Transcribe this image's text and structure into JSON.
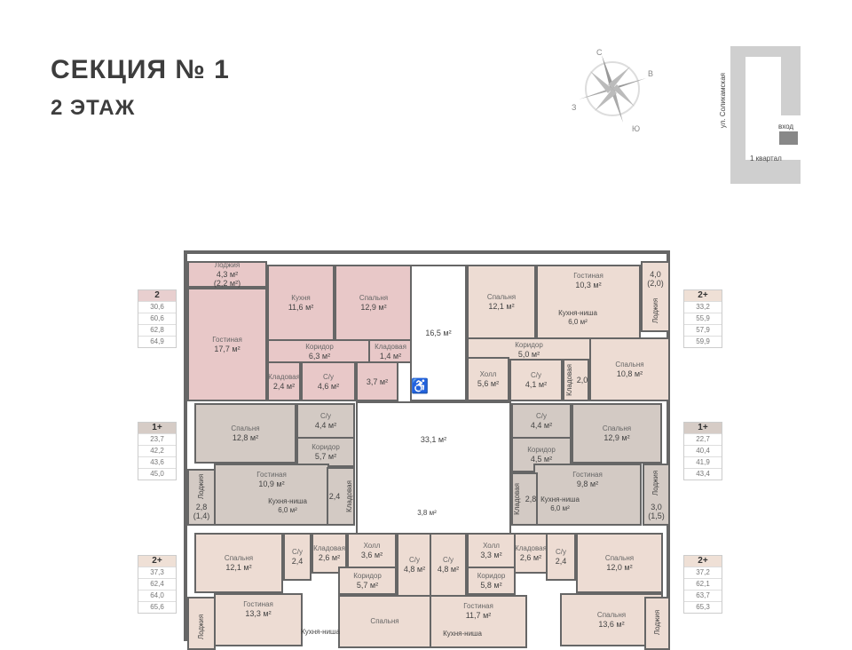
{
  "header": {
    "title": "СЕКЦИЯ № 1",
    "floor": "2 ЭТАЖ"
  },
  "compass": {
    "n": "С",
    "e": "В",
    "s": "Ю",
    "w": "З"
  },
  "keyplan": {
    "street": "ул. Соликамская",
    "entrance": "вход",
    "block": "1 квартал"
  },
  "colors": {
    "pink": "#e8c8c8",
    "beige": "#eddcd3",
    "grey": "#d3cac4"
  },
  "tables": [
    {
      "type": "2",
      "color": "#e8cfcf",
      "rows": [
        "30,6",
        "60,6",
        "62,8",
        "64,9"
      ]
    },
    {
      "type": "1+",
      "color": "#d6ccc6",
      "rows": [
        "23,7",
        "42,2",
        "43,6",
        "45,0"
      ]
    },
    {
      "type": "2+",
      "color": "#efe0d6",
      "rows": [
        "37,3",
        "62,4",
        "64,0",
        "65,6"
      ]
    },
    {
      "type": "2+",
      "color": "#efe0d6",
      "rows": [
        "33,2",
        "55,9",
        "57,9",
        "59,9"
      ]
    },
    {
      "type": "1+",
      "color": "#d6ccc6",
      "rows": [
        "22,7",
        "40,4",
        "41,9",
        "43,4"
      ]
    },
    {
      "type": "2+",
      "color": "#efe0d6",
      "rows": [
        "37,2",
        "62,1",
        "63,7",
        "65,3"
      ]
    }
  ],
  "rooms": [
    {
      "name": "Лоджия",
      "area": "4,3 м²",
      "extra": "(2,2 м²)",
      "fill": "pink"
    },
    {
      "name": "Гостиная",
      "area": "17,7 м²",
      "fill": "pink"
    },
    {
      "name": "Кухня",
      "area": "11,6 м²",
      "fill": "pink"
    },
    {
      "name": "Спальня",
      "area": "12,9 м²",
      "fill": "pink"
    },
    {
      "name": "Коридор",
      "area": "6,3 м²",
      "fill": "pink"
    },
    {
      "name": "Кладовая",
      "area": "1,4 м²",
      "fill": "pink"
    },
    {
      "name": "Кладовая",
      "area": "2,4 м²",
      "fill": "pink"
    },
    {
      "name": "С/у",
      "area": "4,6 м²",
      "fill": "pink"
    },
    {
      "name": "",
      "area": "3,7 м²",
      "fill": "pink"
    },
    {
      "name": "",
      "area": "16,5 м²",
      "fill": "white"
    },
    {
      "name": "Спальня",
      "area": "12,1 м²",
      "fill": "beige"
    },
    {
      "name": "Гостиная",
      "area": "10,3 м²",
      "fill": "beige"
    },
    {
      "name": "",
      "area": "4,0",
      "extra": "(2,0)",
      "fill": "beige"
    },
    {
      "name": "Коридор",
      "area": "5,0 м²",
      "fill": "beige"
    },
    {
      "name": "Холл",
      "area": "5,6 м²",
      "fill": "beige"
    },
    {
      "name": "С/у",
      "area": "4,1 м²",
      "fill": "beige"
    },
    {
      "name": "",
      "area": "2,0",
      "fill": "beige"
    },
    {
      "name": "Спальня",
      "area": "10,8 м²",
      "fill": "beige"
    },
    {
      "name": "",
      "area": "33,1 м²",
      "fill": "white"
    },
    {
      "name": "Спальня",
      "area": "12,8 м²",
      "fill": "grey"
    },
    {
      "name": "С/у",
      "area": "4,4 м²",
      "fill": "grey"
    },
    {
      "name": "Коридор",
      "area": "5,7 м²",
      "fill": "grey"
    },
    {
      "name": "Гостиная",
      "area": "10,9 м²",
      "fill": "grey"
    },
    {
      "name": "",
      "area": "2,4",
      "fill": "grey"
    },
    {
      "name": "",
      "area": "2,8",
      "extra": "(1,4)",
      "fill": "grey"
    },
    {
      "name": "С/у",
      "area": "4,4 м²",
      "fill": "grey"
    },
    {
      "name": "Спальня",
      "area": "12,9 м²",
      "fill": "grey"
    },
    {
      "name": "Коридор",
      "area": "4,5 м²",
      "fill": "grey"
    },
    {
      "name": "Гостиная",
      "area": "9,8 м²",
      "fill": "grey"
    },
    {
      "name": "",
      "area": "2,8",
      "fill": "grey"
    },
    {
      "name": "",
      "area": "3,0",
      "extra": "(1,5)",
      "fill": "grey"
    },
    {
      "name": "Спальня",
      "area": "12,1 м²",
      "fill": "beige"
    },
    {
      "name": "С/у",
      "area": "2,4",
      "fill": "beige"
    },
    {
      "name": "Кладовая",
      "area": "2,6 м²",
      "fill": "beige"
    },
    {
      "name": "Холл",
      "area": "3,6 м²",
      "fill": "beige"
    },
    {
      "name": "Коридор",
      "area": "5,7 м²",
      "fill": "beige"
    },
    {
      "name": "С/у",
      "area": "4,8 м²",
      "fill": "beige"
    },
    {
      "name": "Гостиная",
      "area": "13,3 м²",
      "fill": "beige"
    },
    {
      "name": "Спальня",
      "area": "",
      "fill": "beige"
    },
    {
      "name": "",
      "area": "",
      "fill": "beige"
    },
    {
      "name": "С/у",
      "area": "4,8 м²",
      "fill": "beige"
    },
    {
      "name": "Холл",
      "area": "3,3 м²",
      "fill": "beige"
    },
    {
      "name": "Коридор",
      "area": "5,8 м²",
      "fill": "beige"
    },
    {
      "name": "Кладовая",
      "area": "2,6 м²",
      "fill": "beige"
    },
    {
      "name": "С/у",
      "area": "2,4",
      "fill": "beige"
    },
    {
      "name": "Спальня",
      "area": "12,0 м²",
      "fill": "beige"
    },
    {
      "name": "Гостиная",
      "area": "11,7 м²",
      "fill": "beige"
    },
    {
      "name": "Спальня",
      "area": "13,6 м²",
      "fill": "beige"
    },
    {
      "name": "",
      "area": "",
      "fill": "beige"
    }
  ],
  "labels": [
    {
      "text": "Кухня-ниша",
      "sub": "6,0 м²"
    },
    {
      "text": "Лоджия"
    },
    {
      "text": "Кладовая"
    },
    {
      "text": "Кухня-ниша",
      "sub": "6,0 м²"
    },
    {
      "text": "Кладовая"
    },
    {
      "text": "Лоджия"
    },
    {
      "text": "Кухня-ниша",
      "sub": "6,0 м²"
    },
    {
      "text": "Кладовая"
    },
    {
      "text": "Лоджия"
    },
    {
      "text": "Кухня-ниша"
    },
    {
      "text": "Лоджия"
    },
    {
      "text": "Кухня-ниша"
    },
    {
      "text": "Лоджия"
    },
    {
      "text": "",
      "sub": "3,8 м²"
    }
  ]
}
